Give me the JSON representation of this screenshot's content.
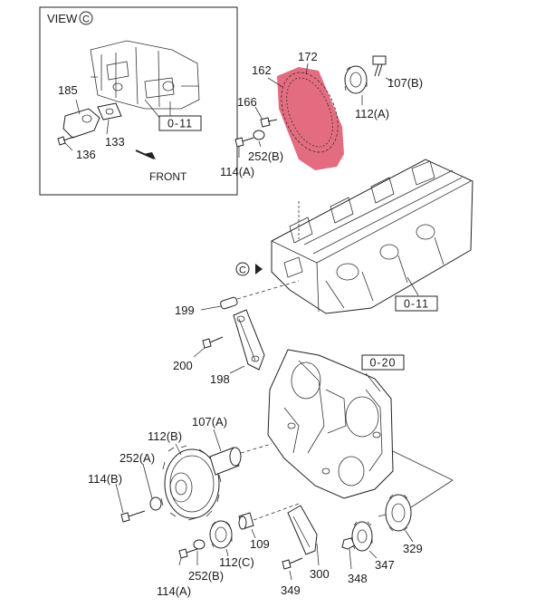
{
  "view_box": {
    "label": "VIEW",
    "view_letter": "C",
    "front_label": "FRONT"
  },
  "ref_codes": {
    "inset": "0-11",
    "head": "0-11",
    "case": "0-20"
  },
  "view_marker": "C",
  "callouts": {
    "p172": "172",
    "p162": "162",
    "p166": "166",
    "p107b": "107(B)",
    "p112a": "112(A)",
    "p252b_top": "252(B)",
    "p114a_top": "114(A)",
    "p185": "185",
    "p133": "133",
    "p136": "136",
    "p199": "199",
    "p200": "200",
    "p198": "198",
    "p107a": "107(A)",
    "p112b": "112(B)",
    "p252a": "252(A)",
    "p114b": "114(B)",
    "p109": "109",
    "p112c": "112(C)",
    "p252b_bot": "252(B)",
    "p114a_bot": "114(A)",
    "p300": "300",
    "p349": "349",
    "p348": "348",
    "p347": "347",
    "p329": "329"
  },
  "colors": {
    "highlight": "#e05c72",
    "line": "#222222"
  }
}
